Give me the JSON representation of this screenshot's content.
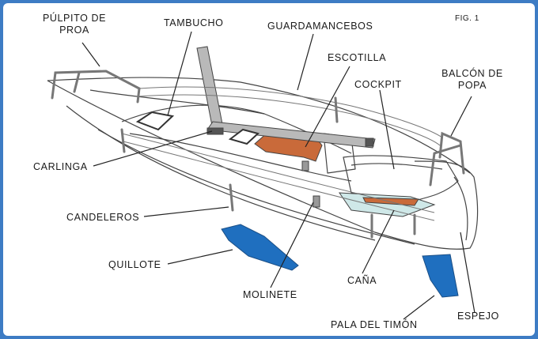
{
  "figure_label": "FIG. 1",
  "labels": {
    "pulpito_line1": "PÚLPITO DE",
    "pulpito_line2": "PROA",
    "tambucho": "TAMBUCHO",
    "guardamancebos": "GUARDAMANCEBOS",
    "escotilla": "ESCOTILLA",
    "balcon_line1": "BALCÓN DE",
    "balcon_line2": "POPA",
    "cockpit": "COCKPIT",
    "carlinga": "CARLINGA",
    "candeleros": "CANDELEROS",
    "quillote": "QUILLOTE",
    "molinete": "MOLINETE",
    "cana": "CAÑA",
    "espejo": "ESPEJO",
    "pala": "PALA DEL TIMÓN"
  },
  "colors": {
    "frame": "#3d7cc4",
    "keel": "#1f6fbf",
    "wood": "#c96a3a",
    "cockpit_floor": "#cfe8e8",
    "mast": "#b9b9b9",
    "outline": "#444444"
  }
}
